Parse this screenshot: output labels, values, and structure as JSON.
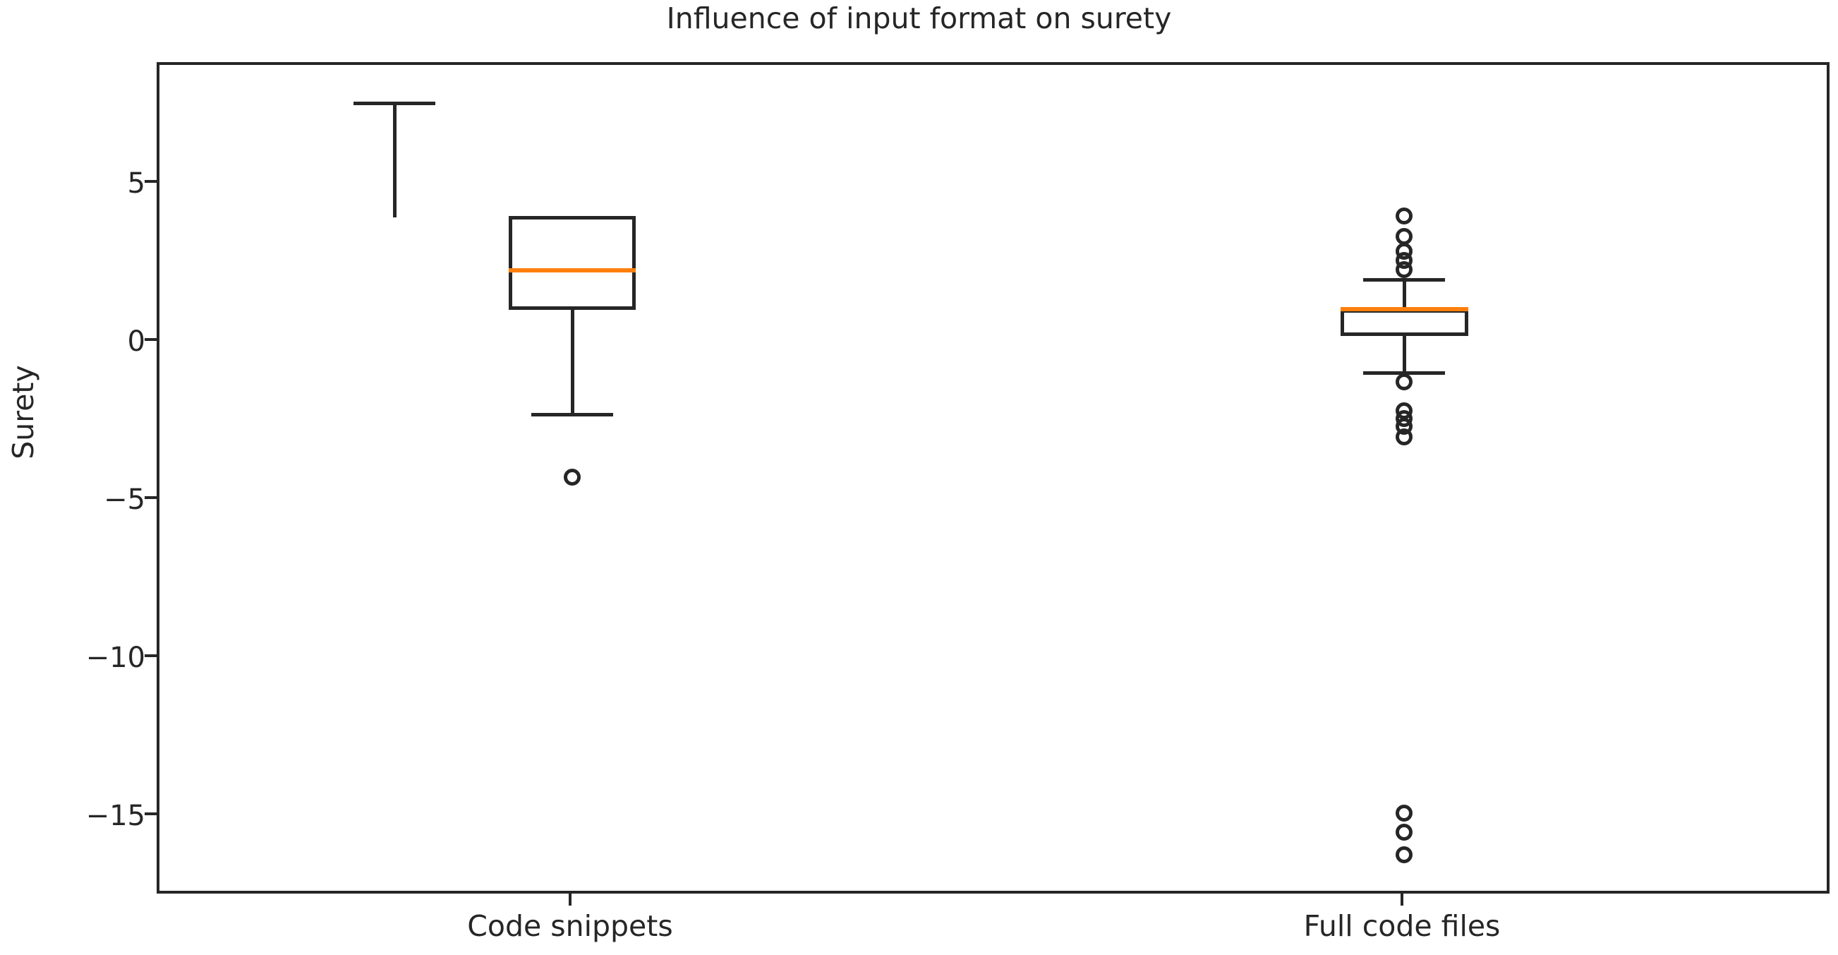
{
  "chart_data": {
    "type": "box",
    "title": "Influence of input format on surety",
    "xlabel": "",
    "ylabel": "Surety",
    "grid": false,
    "legend": "none",
    "categories": [
      "Code snippets",
      "Full code files"
    ],
    "ytick_labels": [
      "5",
      "0",
      "−5",
      "−10",
      "−15"
    ],
    "ytick_values": [
      5,
      0,
      -5,
      -10,
      -15
    ],
    "ylim": [
      -16.9,
      8.6
    ],
    "xlim": [
      0.5,
      2.5
    ],
    "colors": {
      "box": "#262626",
      "median": "#ff7f0e",
      "whisker": "#262626",
      "flier": "#262626",
      "background": "#ffffff"
    },
    "boxes": [
      {
        "label": "Code snippets",
        "position": 1,
        "whisker_low": -2.2,
        "q1": 1.0,
        "median": 2.25,
        "q3": 3.9,
        "whisker_high": 7.55,
        "fliers": [
          -4.3
        ]
      },
      {
        "label": "Full code files",
        "position": 2,
        "whisker_low": -1.0,
        "q1": 0.2,
        "median": 1.05,
        "q3": 1.05,
        "whisker_high": 2.0,
        "fliers": [
          4.0,
          3.35,
          2.9,
          2.6,
          2.3,
          -1.25,
          -2.2,
          -2.45,
          -2.7,
          -3.0,
          -14.9,
          -15.5,
          -16.2
        ]
      }
    ]
  }
}
